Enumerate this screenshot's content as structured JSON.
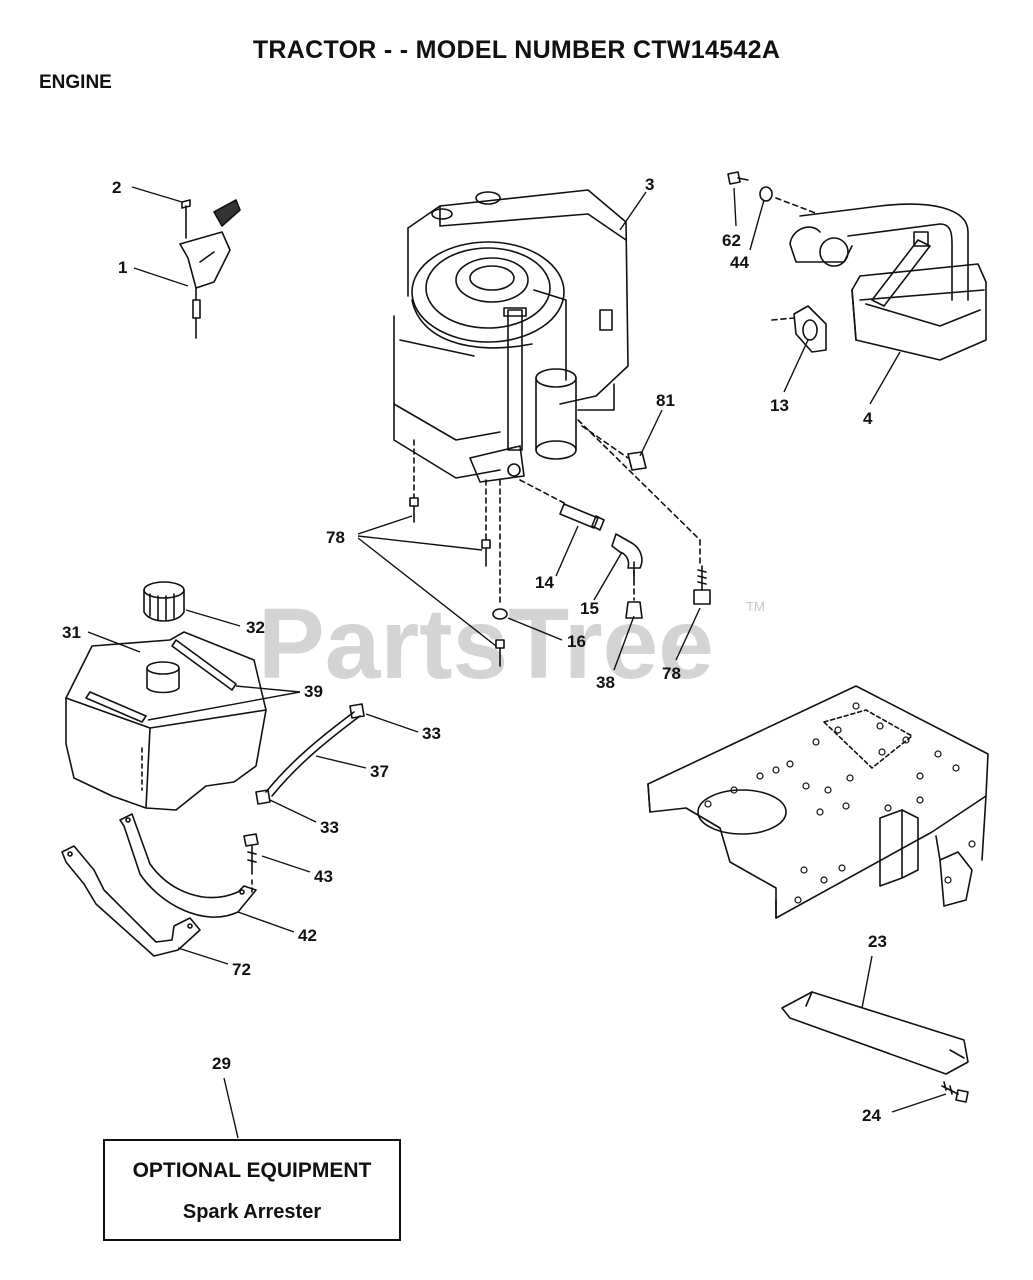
{
  "header": {
    "title": "TRACTOR - - MODEL NUMBER CTW14542A",
    "section": "ENGINE"
  },
  "watermark": {
    "text": "PartsTree",
    "trademark": "TM"
  },
  "callouts": [
    "1",
    "2",
    "3",
    "4",
    "13",
    "14",
    "15",
    "16",
    "23",
    "24",
    "29",
    "31",
    "32",
    "33",
    "33",
    "37",
    "38",
    "39",
    "42",
    "43",
    "44",
    "62",
    "72",
    "78",
    "78",
    "81"
  ],
  "optional_box": {
    "heading": "OPTIONAL EQUIPMENT",
    "item": "Spark Arrester"
  }
}
